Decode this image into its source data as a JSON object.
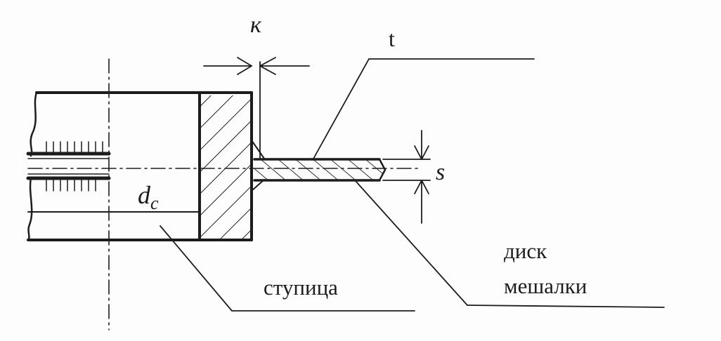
{
  "labels": {
    "k": "к",
    "t": "t",
    "s": "s",
    "dc_main": "d",
    "dc_sub": "c",
    "hub": "ступица",
    "disk_line1": "диск",
    "disk_line2": "мешалки"
  },
  "colors": {
    "ink": "#1c1c1c",
    "paper": "#fdfdfd"
  }
}
